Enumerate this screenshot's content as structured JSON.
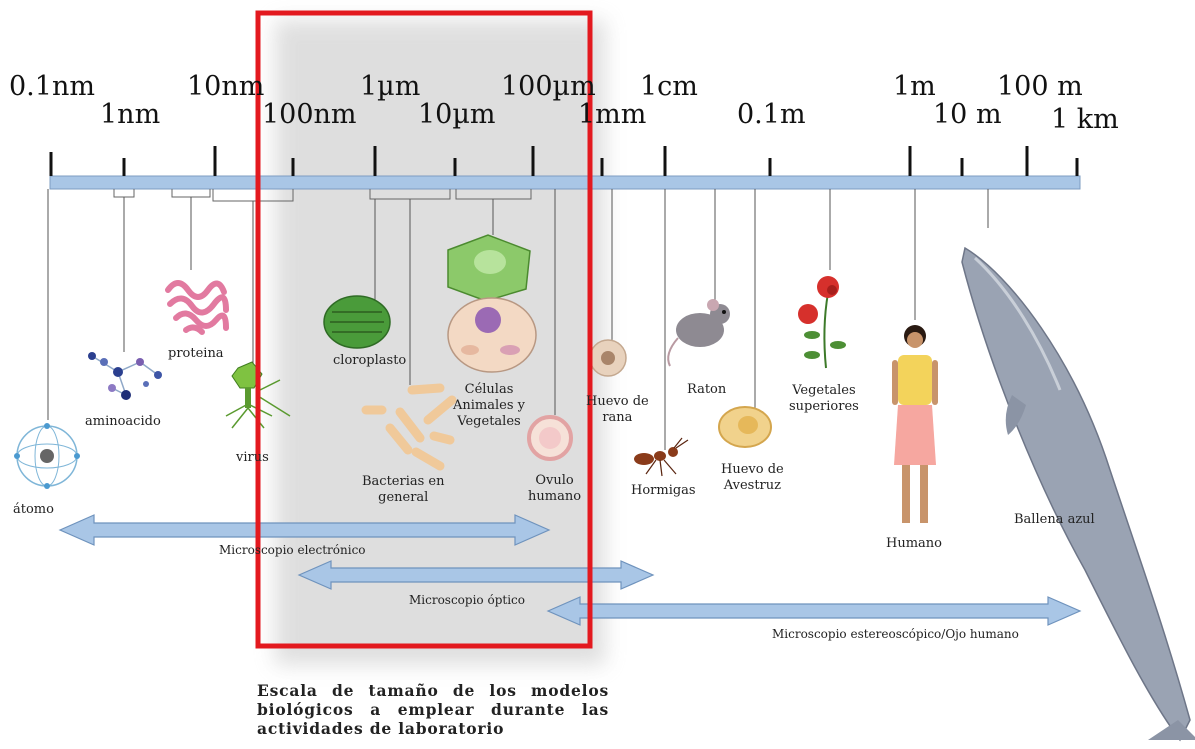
{
  "scale_labels": {
    "top": [
      "0.1nm",
      "10nm",
      "1µm",
      "100µm",
      "1cm",
      "1m",
      "100 m"
    ],
    "bottom": [
      "1nm",
      "100nm",
      "10µm",
      "1mm",
      "0.1m",
      "10 m",
      "1 km"
    ]
  },
  "objects": {
    "atomo": "átomo",
    "aminoacido": "aminoacido",
    "proteina": "proteina",
    "virus": "virus",
    "cloroplasto": "cloroplasto",
    "bacterias": "Bacterias en\ngeneral",
    "celulas": "Células\nAnimales y\nVegetales",
    "ovulo": "Ovulo\nhumano",
    "huevo_rana": "Huevo de\nrana",
    "hormigas": "Hormigas",
    "raton": "Raton",
    "huevo_avestruz": "Huevo de\nAvestruz",
    "vegetales": "Vegetales\nsuperiores",
    "humano": "Humano",
    "ballena": "Ballena azul"
  },
  "ranges": {
    "electronico": "Microscopio electrónico",
    "optico": "Microscopio óptico",
    "estereo": "Microscopio estereoscópico/Ojo humano"
  },
  "caption": "Escala de tamaño de los modelos biológicos a emplear durante las actividades de laboratorio",
  "colors": {
    "scale_bar": "#a9c6e6",
    "arrow_fill": "#a9c6e6",
    "arrow_stroke": "#6f93bd",
    "highlight_box": "#e3191f"
  }
}
